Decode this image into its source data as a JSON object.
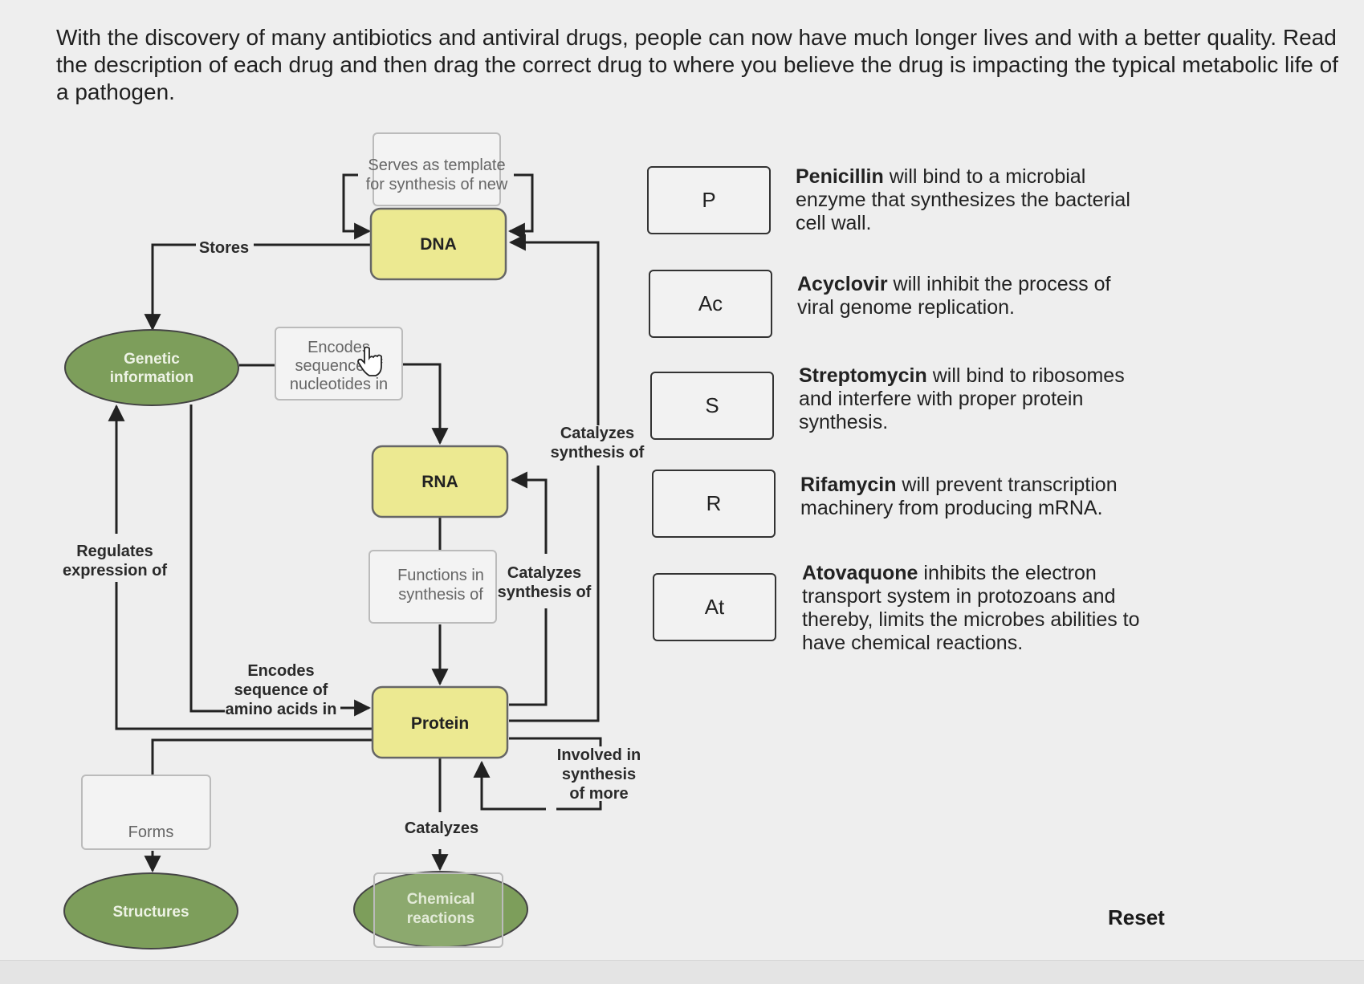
{
  "instructions": "With the discovery of many antibiotics and antiviral drugs, people can now have much longer lives and with a better quality. Read the description of each drug and then drag the correct drug to where you believe the drug is impacting the typical metabolic life of a pathogen.",
  "diagram": {
    "nodes": {
      "dna": "DNA",
      "rna": "RNA",
      "protein": "Protein",
      "genetic_info": [
        "Genetic",
        "information"
      ],
      "structures": "Structures",
      "chemical_reactions": [
        "Chemical",
        "reactions"
      ]
    },
    "slots": {
      "template": [
        "Serves as template",
        "for synthesis of new"
      ],
      "encodes_nucleotides": [
        "Encodes",
        "sequence of",
        "nucleotides in"
      ],
      "functions_in": [
        "Functions in",
        "synthesis of"
      ],
      "forms": "Forms",
      "chemical": [
        "Chemical",
        "reactions"
      ]
    },
    "labels": {
      "stores": "Stores",
      "regulates": [
        "Regulates",
        "expression of"
      ],
      "catalyzes_synthesis_top": [
        "Catalyzes",
        "synthesis of"
      ],
      "catalyzes_synthesis_mid": [
        "Catalyzes",
        "synthesis of"
      ],
      "encodes_amino": [
        "Encodes",
        "sequence of",
        "amino acids in"
      ],
      "involved_in": [
        "Involved in",
        "synthesis",
        "of more"
      ],
      "catalyzes": "Catalyzes"
    },
    "colors": {
      "node_yellow": "#ece991",
      "node_green": "#7d9e5b"
    }
  },
  "drugs": [
    {
      "abbr": "P",
      "name": "Penicillin",
      "desc": " will bind to a microbial enzyme that synthesizes the bacterial cell wall."
    },
    {
      "abbr": "Ac",
      "name": "Acyclovir",
      "desc": " will inhibit the process of viral genome replication."
    },
    {
      "abbr": "S",
      "name": "Streptomycin",
      "desc": " will bind to ribosomes and interfere with proper protein synthesis."
    },
    {
      "abbr": "R",
      "name": "Rifamycin",
      "desc": " will prevent transcription machinery from producing mRNA."
    },
    {
      "abbr": "At",
      "name": "Atovaquone",
      "desc": " inhibits the electron transport system in protozoans and thereby, limits the microbes abilities to have chemical reactions."
    }
  ],
  "reset_label": "Reset"
}
